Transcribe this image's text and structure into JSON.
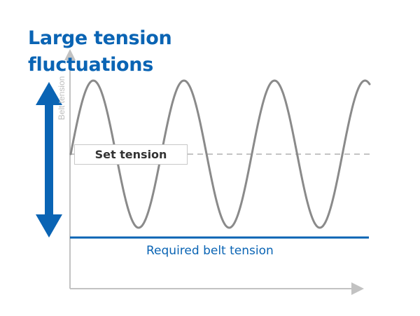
{
  "title_line1": "Large tension",
  "title_line2": "fluctuations",
  "y_axis_label": "Belt tension",
  "set_tension_label": "Set tension",
  "required_tension_label": "Required belt tension",
  "colors": {
    "accent_blue": "#0a64b4",
    "wave_gray": "#8a8a8a",
    "axis_gray": "#c2c2c2",
    "dashed_gray": "#b0b0b0"
  },
  "chart_data": {
    "type": "line",
    "cycles": 3.3,
    "amplitude_relative_to_set_tension": 1.0,
    "levels": {
      "set_tension": "mid",
      "required_belt_tension": "below_wave_minimum"
    }
  }
}
